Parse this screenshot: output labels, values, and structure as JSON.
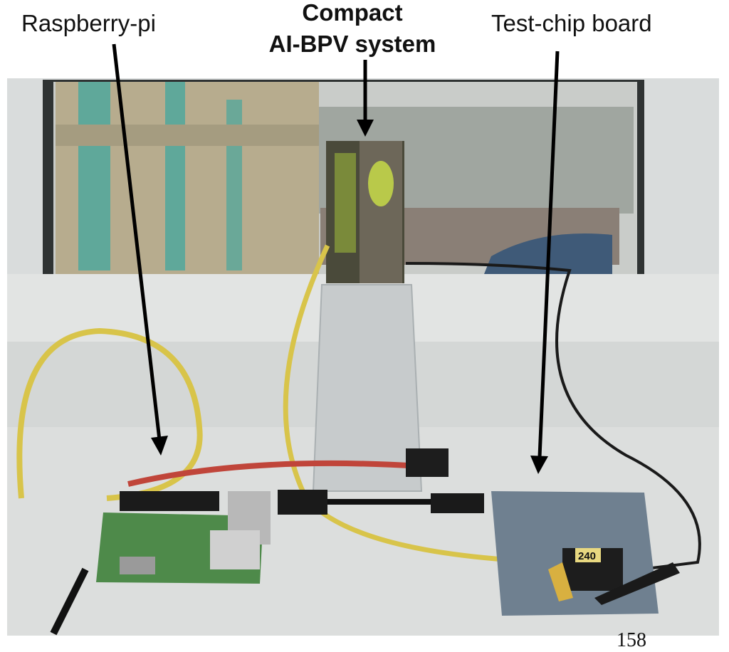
{
  "labels": {
    "raspberry_pi": "Raspberry-pi",
    "compact_line1": "Compact",
    "compact_line2": "AI-BPV system",
    "test_chip_board": "Test-chip board"
  },
  "page_number": "158",
  "board_chip_text": "240"
}
